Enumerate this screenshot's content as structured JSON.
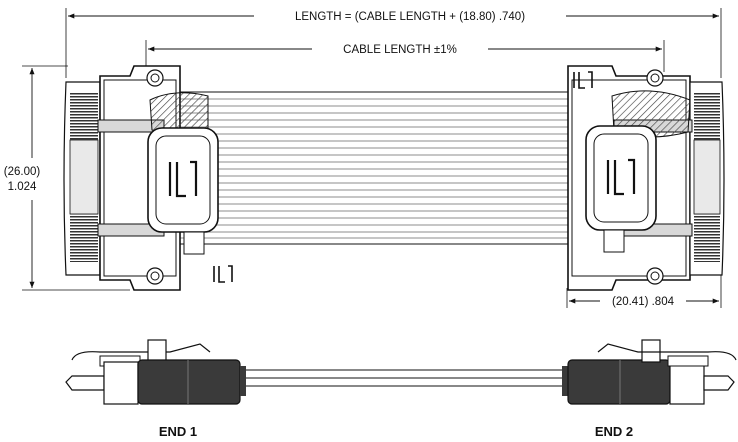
{
  "dimensions": {
    "length": "LENGTH = (CABLE LENGTH + (18.80) .740)",
    "cable_length": "CABLE LENGTH ±1%",
    "height_metric": "(26.00)",
    "height_inch": "1.024",
    "end_depth": "(20.41) .804"
  },
  "views": {
    "end1_label": "END 1",
    "end2_label": "END 2"
  },
  "colors": {
    "line": "#111111",
    "body": "#3a3a3a",
    "hatch": "#555555"
  }
}
